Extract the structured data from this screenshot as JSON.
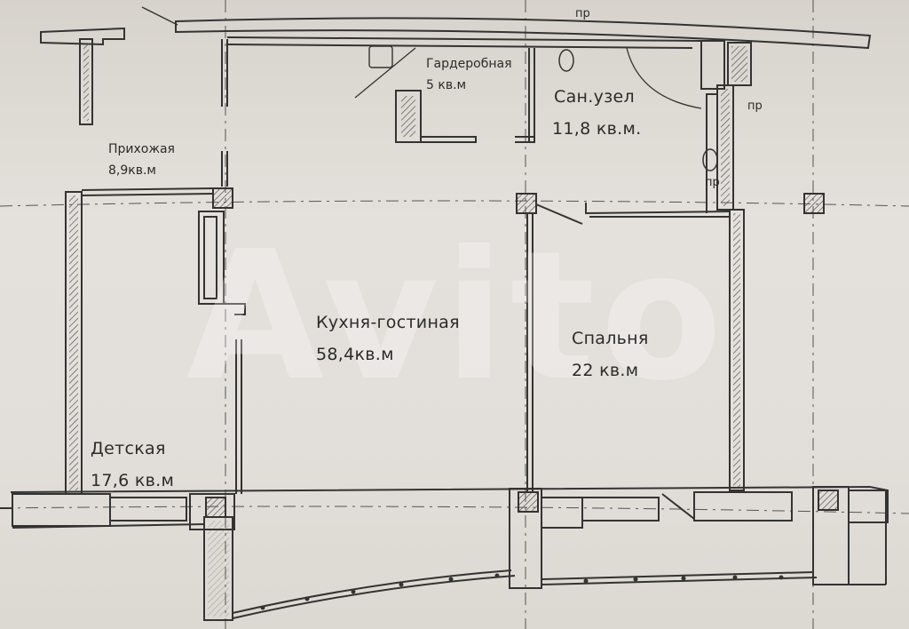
{
  "rooms": {
    "hallway": {
      "name": "Прихожая",
      "area": "8,9кв.м"
    },
    "wardrobe": {
      "name": "Гардеробная",
      "area": "5 кв.м"
    },
    "bathroom": {
      "name": "Сан.узел",
      "area": "11,8 кв.м."
    },
    "kitchen": {
      "name": "Кухня-гостиная",
      "area": "58,4кв.м"
    },
    "bedroom": {
      "name": "Спальня",
      "area": "22 кв.м"
    },
    "kids": {
      "name": "Детская",
      "area": "17,6 кв.м"
    }
  },
  "marks": {
    "pr1": "пр",
    "pr2": "пр",
    "pr3": "пр"
  },
  "watermark": "Avito",
  "colors": {
    "wall": "#3a3a3a",
    "hatch": "#6a6a6a",
    "paper": "#e2dfda"
  }
}
